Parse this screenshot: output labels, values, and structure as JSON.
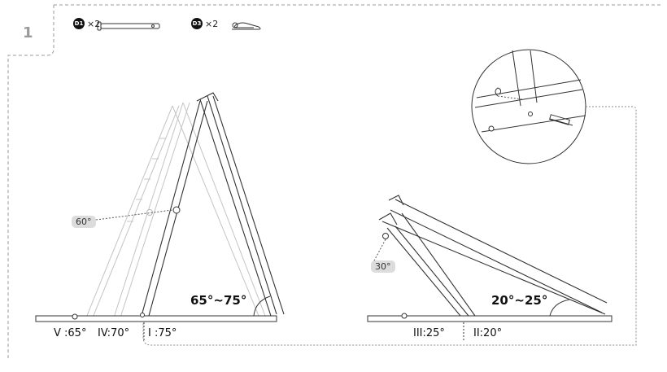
{
  "step": {
    "number": "1"
  },
  "parts": [
    {
      "badge": "D1",
      "quantity": "×2"
    },
    {
      "badge": "D3",
      "quantity": "×2"
    }
  ],
  "left_figure": {
    "hinge_angle": "60°",
    "range_label": "65°~75°",
    "positions": [
      "V :65°",
      "IV:70°",
      "I :75°"
    ]
  },
  "right_figure": {
    "hinge_angle": "30°",
    "range_label": "20°~25°",
    "positions": [
      "III:25°",
      "II:20°"
    ]
  },
  "colors": {
    "line": "#333333",
    "dash": "#9a9a9a",
    "pill": "#dcdcdc",
    "faint": "#b8b8b8"
  }
}
